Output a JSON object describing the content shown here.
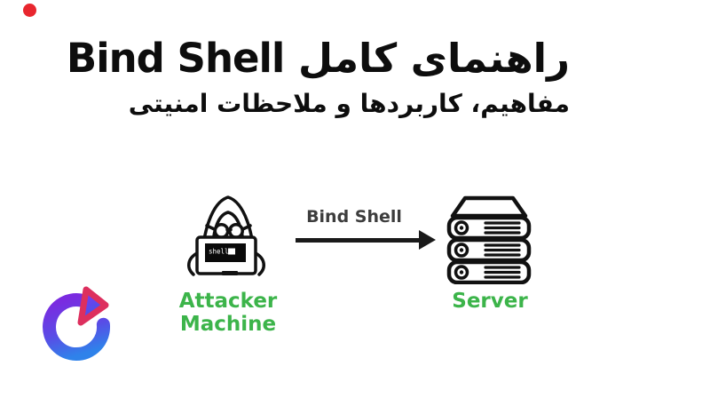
{
  "page": {
    "background": "#ffffff",
    "record_dot_color": "#e8262e"
  },
  "header": {
    "title": "راهنمای کامل Bind Shell",
    "subtitle": "مفاهیم، کاربردها و ملاحظات امنیتی",
    "text_color": "#0d0d0d"
  },
  "diagram": {
    "arrow_label": "Bind Shell",
    "arrow_label_color": "#3d3d3d",
    "arrow_color": "#1a1a1a",
    "label_color": "#3cb44a",
    "attacker": {
      "label": "Attacker Machine",
      "laptop_screen_text": "shell"
    },
    "server": {
      "label": "Server"
    }
  },
  "logo": {
    "name": "play-ring-logo",
    "ring_gradient_top": "#7a2be0",
    "ring_gradient_bottom": "#2f82ea",
    "triangle_border": "#dd2f5e",
    "triangle_gradient_top": "#8833ee",
    "triangle_gradient_bottom": "#3060e8"
  }
}
